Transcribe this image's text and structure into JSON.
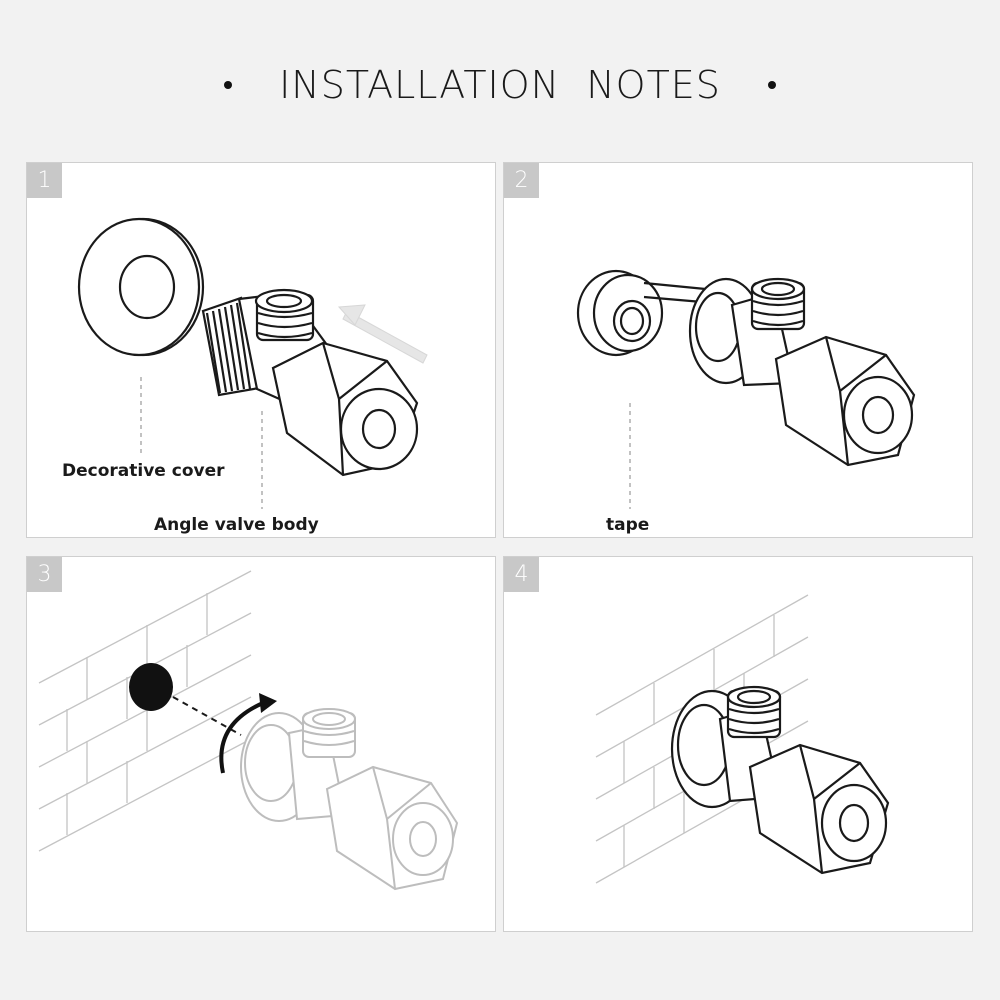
{
  "header": {
    "title": "INSTALLATION  NOTES"
  },
  "steps": [
    {
      "number": "1",
      "labels": {
        "cover": "Decorative cover",
        "body": "Angle valve body"
      }
    },
    {
      "number": "2",
      "labels": {
        "tape": "tape"
      }
    },
    {
      "number": "3"
    },
    {
      "number": "4"
    }
  ],
  "colors": {
    "background": "#f2f2f2",
    "panel": "#ffffff",
    "badge": "#c8c8c8",
    "line": "#1a1a1a",
    "faded": "#bdbdbd"
  }
}
